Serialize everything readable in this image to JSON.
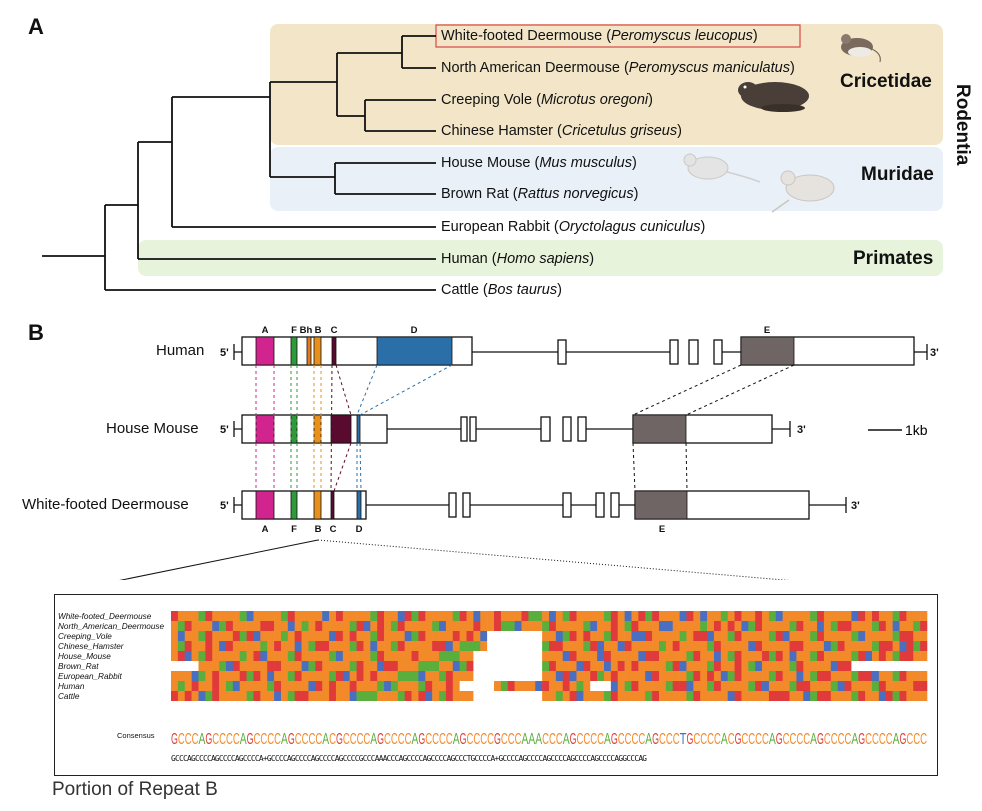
{
  "panel_a": {
    "letter": "A",
    "species": [
      {
        "common": "White-footed Deermouse",
        "latin": "Peromyscus leucopus",
        "highlighted": true
      },
      {
        "common": "North American Deermouse",
        "latin": "Peromyscus maniculatus"
      },
      {
        "common": "Creeping Vole",
        "latin": "Microtus oregoni"
      },
      {
        "common": "Chinese Hamster",
        "latin": "Cricetulus griseus"
      },
      {
        "common": "House Mouse",
        "latin": "Mus musculus"
      },
      {
        "common": "Brown Rat",
        "latin": "Rattus norvegicus"
      },
      {
        "common": "European Rabbit",
        "latin": "Oryctolagus cuniculus"
      },
      {
        "common": "Human",
        "latin": "Homo sapiens"
      },
      {
        "common": "Cattle",
        "latin": "Bos taurus"
      }
    ],
    "groups": {
      "cricetidae": "Cricetidae",
      "muridae": "Muridae",
      "primates": "Primates",
      "rodentia": "Rodentia"
    },
    "colors": {
      "cricetidae_bg": "#f3e6c8",
      "muridae_bg": "#e9f0f8",
      "primates_bg": "#e8f3dc",
      "highlight_box": "#d9534f"
    }
  },
  "panel_b": {
    "letter": "B",
    "genes": [
      {
        "name": "Human"
      },
      {
        "name": "House Mouse"
      },
      {
        "name": "White-footed Deermouse"
      }
    ],
    "end5": "5'",
    "end3": "3'",
    "scale_label": "1kb",
    "repeat_labels_top": [
      "A",
      "F",
      "Bh",
      "B",
      "C",
      "D",
      "E"
    ],
    "repeat_labels_bottom": [
      "A",
      "F",
      "B",
      "C",
      "D",
      "E"
    ],
    "repeat_colors": {
      "A": "#d1248f",
      "F": "#2e9a3a",
      "Bh": "#e07a1c",
      "B": "#e8901a",
      "C": "#5a0a2e",
      "D": "#2a6fa8",
      "E": "#6f6565"
    },
    "alignment": {
      "sequences": [
        "White-footed_Deermouse",
        "North_American_Deermouse",
        "Creeping_Vole",
        "Chinese_Hamster",
        "House_Mouse",
        "Brown_Rat",
        "European_Rabbit",
        "Human",
        "Cattle"
      ],
      "consensus_label": "Consensus",
      "consensus_seq": "GCCCAGCCCCAGCCCCAGCCCCA+GCCCCAGCCCCAGCCCCAGCCCCGCCCAAACCCAGCCCCAGCCCCAGCCCTGCCCCA+GCCCCAGCCCCAGCCCCAGCCCCAGCCCCAGGCCCAG",
      "base_colors": {
        "A": "#5aae3c",
        "C": "#f28a2a",
        "G": "#e03a3a",
        "T": "#4a6fc0"
      }
    },
    "caption": "Portion of Repeat B"
  }
}
